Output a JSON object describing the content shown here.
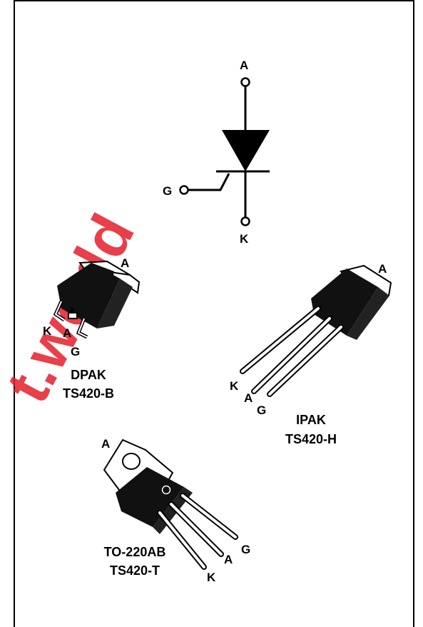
{
  "watermark": {
    "text": "t.world",
    "color": "#e41e2b"
  },
  "symbol": {
    "pin_a": "A",
    "pin_g": "G",
    "pin_k": "K"
  },
  "packages": {
    "dpak": {
      "name": "DPAK",
      "part": "TS420-B",
      "pin_tab": "A",
      "pin_k": "K",
      "pin_a": "A",
      "pin_g": "G"
    },
    "ipak": {
      "name": "IPAK",
      "part": "TS420-H",
      "pin_tab": "A",
      "pin_k": "K",
      "pin_a": "A",
      "pin_g": "G"
    },
    "to220": {
      "name": "TO-220AB",
      "part": "TS420-T",
      "pin_tab": "A",
      "pin_k": "K",
      "pin_a": "A",
      "pin_g": "G"
    }
  }
}
